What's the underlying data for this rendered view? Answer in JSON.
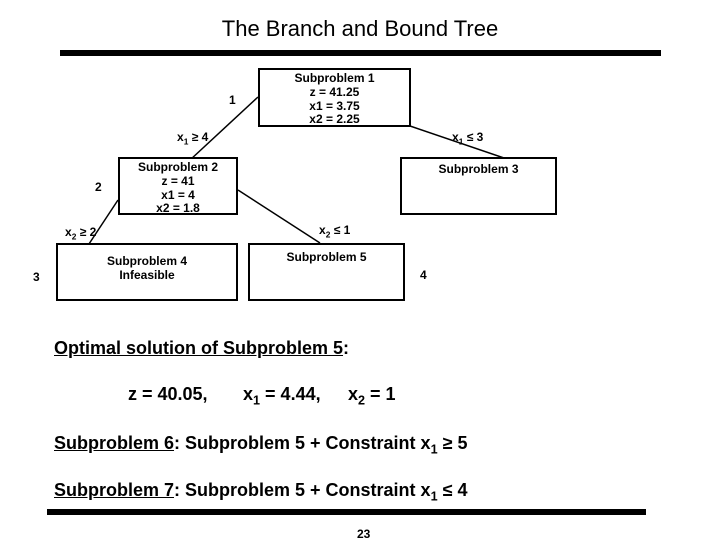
{
  "title": "The Branch and Bound Tree",
  "nodes": {
    "sp1": {
      "number": "1",
      "name": "Subproblem 1",
      "z": "z  = 41.25",
      "x1": "x1 = 3.75",
      "x2": "x2 = 2.25"
    },
    "sp2": {
      "number": "2",
      "name": "Subproblem 2",
      "z": "z  = 41",
      "x1": "x1 = 4",
      "x2": "x2 = 1.8"
    },
    "sp3": {
      "name": "Subproblem 3"
    },
    "sp4": {
      "number": "3",
      "name": "Subproblem 4",
      "status": "Infeasible"
    },
    "sp5": {
      "number": "4",
      "name": "Subproblem 5"
    }
  },
  "branches": {
    "b1_left": {
      "var": "x",
      "sub": "1",
      "op": "≥",
      "val": "4"
    },
    "b1_right": {
      "var": "x",
      "sub": "1",
      "op": "≤",
      "val": "3"
    },
    "b2_left": {
      "var": "x",
      "sub": "2",
      "op": "≥",
      "val": "2"
    },
    "b2_right": {
      "var": "x",
      "sub": "2",
      "op": "≤",
      "val": "1"
    }
  },
  "optimal": {
    "heading": "Optimal solution of Subproblem 5",
    "colon": ":",
    "z": "z = 40.05,",
    "x1_var": "x",
    "x1_sub": "1",
    "x1_val": "= 4.44,",
    "x2_var": "x",
    "x2_sub": "2",
    "x2_val": "= 1"
  },
  "sp6": {
    "name": "Subproblem 6",
    "rest": ": Subproblem 5 + Constraint x",
    "sub": "1",
    "tail": "≥ 5"
  },
  "sp7": {
    "name": "Subproblem 7",
    "rest": ": Subproblem 5 + Constraint x",
    "sub": "1",
    "tail": "≤ 4"
  },
  "page_number": "23"
}
